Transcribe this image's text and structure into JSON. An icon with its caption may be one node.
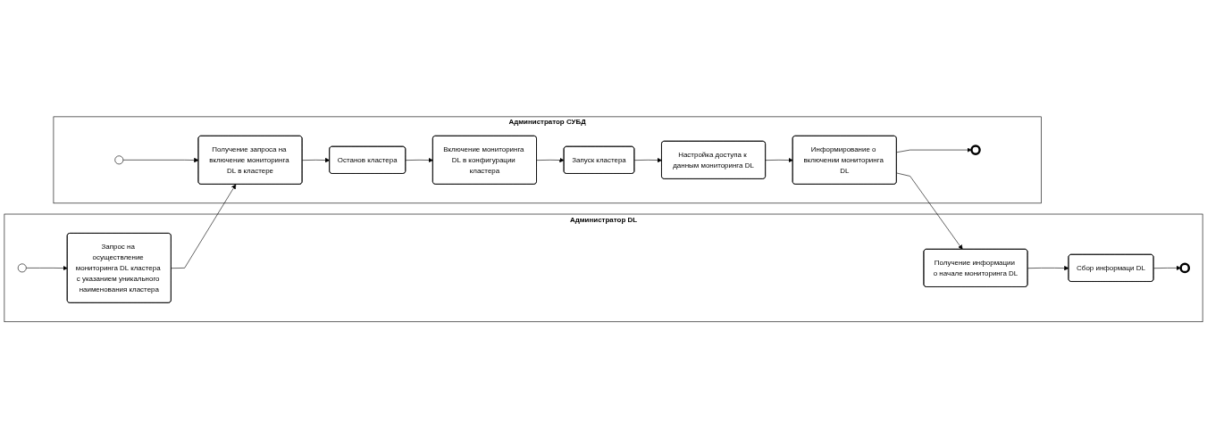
{
  "diagram": {
    "nodes": [
      {
        "text": [
          "Администратор DL"
        ]
      },
      {
        "text": [
          "Администратор СУБД"
        ]
      },
      {
        "text": [],
        "shape": "circle",
        "in": 0
      },
      {
        "text": [
          "Запрос на осуществление мониторинга DL кластера с указанием уникального наименования кластера"
        ],
        "in": 0
      },
      {
        "text": [
          "Получение информации о начале мониторинга DL"
        ],
        "in": 0
      },
      {
        "text": [
          "Сбор информаци DL"
        ],
        "in": 0
      },
      {
        "text": [],
        "shape": "circle",
        "in": 0
      },
      {
        "text": [],
        "shape": "circle",
        "in": 1
      },
      {
        "text": [
          "Получение запроса на включение мониторинга DL в кластере"
        ],
        "in": 1
      },
      {
        "text": [
          "Останов кластера"
        ],
        "in": 1
      },
      {
        "text": [
          "Включение мониторинга DL в конфигурации кластера"
        ],
        "in": 1
      },
      {
        "text": [
          "Запуск кластера"
        ],
        "in": 1
      },
      {
        "text": [
          "Настройка доступа к данным мониторинга DL"
        ],
        "in": 1
      },
      {
        "text": [
          "Информирование о включении мониторинга DL"
        ],
        "in": 1
      },
      {
        "text": [],
        "shape": "circle",
        "in": 1
      }
    ],
    "edges": [
      {
        "from": 2,
        "to": 3,
        "arrow": "to"
      },
      {
        "from": 3,
        "to": 8,
        "arrow": "to"
      },
      {
        "from": 4,
        "to": 5,
        "arrow": "to"
      },
      {
        "from": 5,
        "to": 6,
        "arrow": "to"
      },
      {
        "from": 7,
        "to": 8,
        "arrow": "to"
      },
      {
        "from": 8,
        "to": 9,
        "arrow": "to"
      },
      {
        "from": 9,
        "to": 10,
        "arrow": "to"
      },
      {
        "from": 10,
        "to": 11,
        "arrow": "to"
      },
      {
        "from": 11,
        "to": 12,
        "arrow": "to"
      },
      {
        "from": 12,
        "to": 13,
        "arrow": "to"
      },
      {
        "from": 13,
        "to": 4,
        "arrow": "to"
      },
      {
        "from": 13,
        "to": 14,
        "arrow": "to"
      }
    ]
  }
}
